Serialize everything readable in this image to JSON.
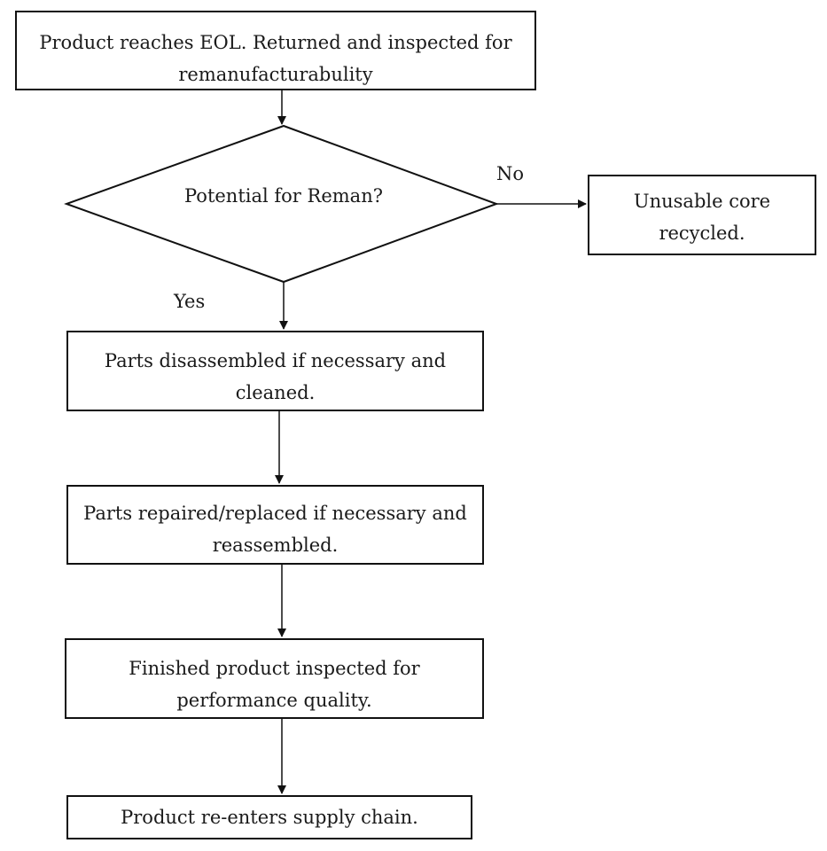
{
  "nodes": {
    "eol": {
      "text": "Product reaches EOL. Returned and inspected for remanufacturabulity"
    },
    "decision": {
      "text": "Potential for Reman?"
    },
    "recycled": {
      "text": "Unusable core recycled."
    },
    "disassembled": {
      "text": "Parts disassembled if necessary and cleaned."
    },
    "repaired": {
      "text": "Parts repaired/replaced if necessary and reassembled."
    },
    "inspected": {
      "text": "Finished product inspected for performance quality."
    },
    "reenters": {
      "text": "Product re-enters supply chain."
    }
  },
  "edges": {
    "no_label": "No",
    "yes_label": "Yes"
  },
  "colors": {
    "stroke": "#111111",
    "background": "#ffffff",
    "text": "#1a1a1a"
  }
}
